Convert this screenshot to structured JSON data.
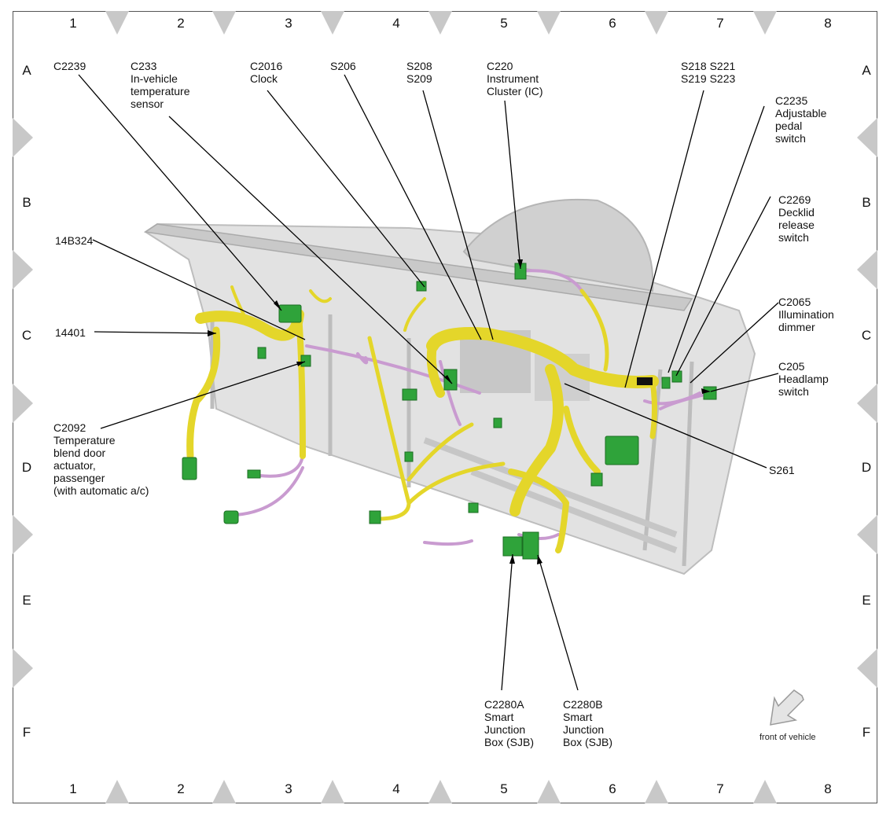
{
  "grid": {
    "columns": [
      "1",
      "2",
      "3",
      "4",
      "5",
      "6",
      "7",
      "8"
    ],
    "rows": [
      "A",
      "B",
      "C",
      "D",
      "E",
      "F"
    ]
  },
  "callouts": {
    "c2239": "C2239",
    "c233": "C233\nIn-vehicle\ntemperature\nsensor",
    "c2016": "C2016\nClock",
    "s206": "S206",
    "s208": "S208\nS209",
    "c220": "C220\nInstrument\nCluster (IC)",
    "s218": "S218  S221\nS219  S223",
    "c2235": "C2235\nAdjustable\npedal\nswitch",
    "c2269": "C2269\nDecklid\nrelease\nswitch",
    "c2065": "C2065\nIllumination\ndimmer",
    "c205": "C205\nHeadlamp\nswitch",
    "s261": "S261",
    "p14b324": "14B324",
    "p14401": "14401",
    "c2092": "C2092\nTemperature\nblend door\nactuator,\npassenger\n(with automatic a/c)",
    "c2280a": "C2280A\nSmart\nJunction\nBox (SJB)",
    "c2280b": "C2280B\nSmart\nJunction\nBox (SJB)"
  },
  "front_of_vehicle": "front of vehicle",
  "colors": {
    "harness": "#e4d62a",
    "harness_dark": "#b8a914",
    "branch": "#c99bd0",
    "connector": "#2fa33a",
    "panel": "#d8d8d8",
    "marker": "#c8c8c8"
  }
}
